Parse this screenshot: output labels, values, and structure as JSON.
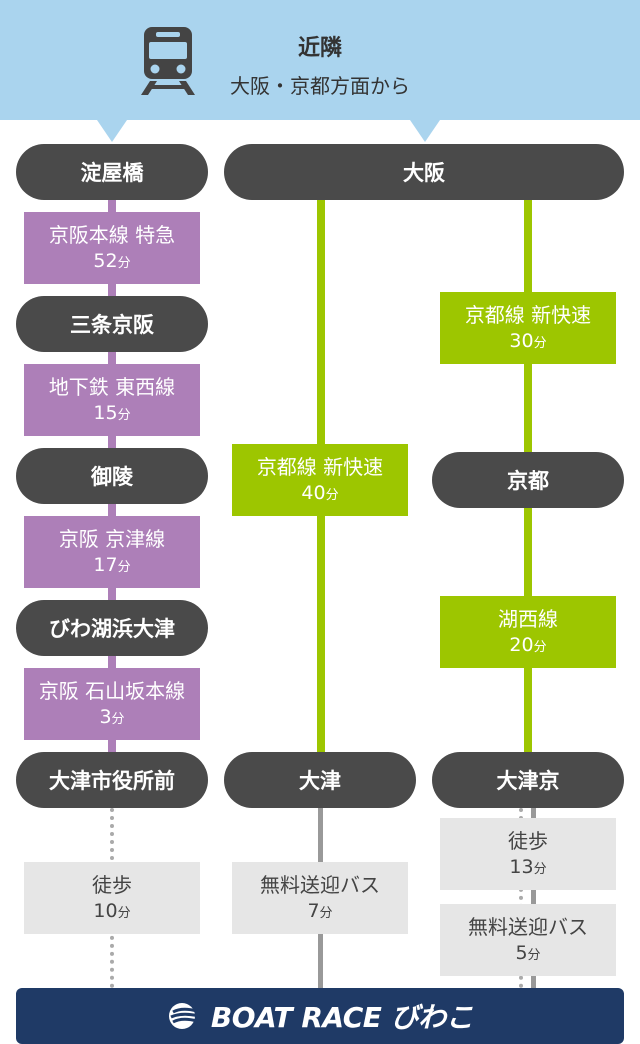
{
  "header": {
    "title": "近隣",
    "subtitle": "大阪・京都方面から"
  },
  "stations": {
    "yodoyabashi": "淀屋橋",
    "osaka": "大阪",
    "sanjo_keihan": "三条京阪",
    "misasagi": "御陵",
    "kyoto": "京都",
    "biwako_hamaotsu": "びわ湖浜大津",
    "otsu_shiyakusho": "大津市役所前",
    "otsu": "大津",
    "otsukyo": "大津京"
  },
  "routes": {
    "r1": {
      "line": "京阪本線 特急",
      "time": "52",
      "unit": "分"
    },
    "r2": {
      "line": "地下鉄 東西線",
      "time": "15",
      "unit": "分"
    },
    "r3": {
      "line": "京阪 京津線",
      "time": "17",
      "unit": "分"
    },
    "r4": {
      "line": "京阪 石山坂本線",
      "time": "3",
      "unit": "分"
    },
    "r5": {
      "line": "京都線 新快速",
      "time": "40",
      "unit": "分"
    },
    "r6": {
      "line": "京都線 新快速",
      "time": "30",
      "unit": "分"
    },
    "r7": {
      "line": "湖西線",
      "time": "20",
      "unit": "分"
    },
    "w1": {
      "line": "徒歩",
      "time": "10",
      "unit": "分"
    },
    "w2": {
      "line": "無料送迎バス",
      "time": "7",
      "unit": "分"
    },
    "w3": {
      "line": "徒歩",
      "time": "13",
      "unit": "分"
    },
    "w4": {
      "line": "無料送迎バス",
      "time": "5",
      "unit": "分"
    }
  },
  "footer": {
    "logo": "BOAT RACE びわこ",
    "logo_icon": "boatrace-emblem-icon"
  },
  "icons": {
    "header_icon": "train-icon"
  },
  "colors": {
    "header_bg": "#aad4ee",
    "keihan": "#ad7fb8",
    "jr": "#9dc600",
    "station": "#4a4a4a",
    "footer_bg": "#1f3a66"
  }
}
